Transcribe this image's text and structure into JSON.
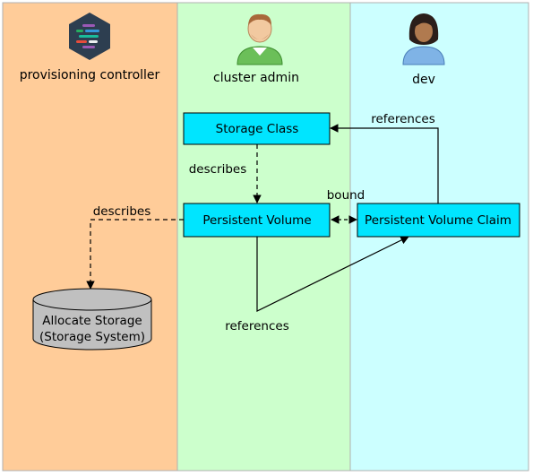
{
  "lanes": [
    {
      "label": "provisioning controller",
      "fill": "#ffcc99",
      "icon": "code-editor-icon"
    },
    {
      "label": "cluster admin",
      "fill": "#ccffcc",
      "icon": "user-man-avatar-icon"
    },
    {
      "label": "dev",
      "fill": "#ccffff",
      "icon": "user-woman-avatar-icon"
    }
  ],
  "nodes": {
    "storage_class": "Storage Class",
    "persistent_volume": "Persistent Volume",
    "persistent_volume_claim": "Persistent Volume Claim",
    "storage_line1": "Allocate Storage",
    "storage_line2": "(Storage System)"
  },
  "edges": {
    "sc_describes_pv": "describes",
    "controller_describes": "describes",
    "bound": "bound",
    "pvc_references_sc": "references",
    "pv_references_pvc": "references"
  },
  "colors": {
    "box_fill": "#00e5ff",
    "storage_fill": "#c0c0c0",
    "icon_dark": "#2d3e50"
  }
}
